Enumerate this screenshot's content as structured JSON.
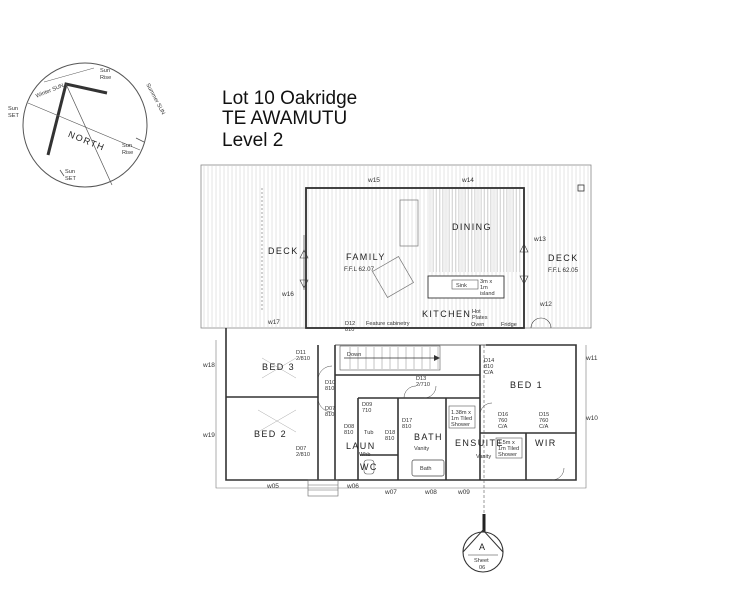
{
  "title": {
    "line1": "Lot 10 Oakridge",
    "line2": "TE AWAMUTU",
    "line3": "Level 2"
  },
  "compass": {
    "north": "NORTH",
    "winter_sun": "Winter SUN",
    "sun_rise_top": [
      "Sun",
      "Rise"
    ],
    "sun_set_left": [
      "Sun",
      "SET"
    ],
    "summer_sun": "Summer SUN",
    "sun_rise_right": [
      "Sun",
      "Rise"
    ],
    "sun_set_bottom": [
      "Sun",
      "SET"
    ]
  },
  "rooms": {
    "family": "FAMILY",
    "family_ffl": "F.F.L 62.07",
    "dining": "DINING",
    "deck_left": "DECK",
    "deck_right": "DECK",
    "deck_right_ffl": "F.F.L 62.05",
    "kitchen": "KITCHEN",
    "bed1": "BED 1",
    "bed2": "BED 2",
    "bed3": "BED 3",
    "bath": "BATH",
    "ensuite": "ENSUITE",
    "wir": "WIR",
    "laun": "LAUN",
    "wc": "WC"
  },
  "labels": {
    "island": [
      "3m x",
      "1m",
      "island"
    ],
    "sink": "Sink",
    "hot_plates": [
      "Hot",
      "Plates"
    ],
    "oven": "Oven",
    "fridge": "Fridge",
    "feature_cabinetry": "Feature cabinetry",
    "down": "Down",
    "tub": "Tub",
    "whb": "Whb",
    "bath_fixture": "Bath",
    "vanity_bath": "Vanity",
    "vanity_ensuite": "Vanity",
    "shower_bath": [
      "1.38m x",
      "1m Tiled",
      "Shower"
    ],
    "shower_ensuite": [
      "1.5m x",
      "1m Tiled",
      "Shower"
    ]
  },
  "doors": {
    "d11": [
      "D11",
      "2/810"
    ],
    "d12": [
      "D12",
      "810"
    ],
    "d10": [
      "D10",
      "810"
    ],
    "d07a": [
      "D07",
      "810"
    ],
    "d09": [
      "D09",
      "710"
    ],
    "d08": [
      "D08",
      "810"
    ],
    "d07b": [
      "D07",
      "2/810"
    ],
    "d13": [
      "D13",
      "2/710"
    ],
    "d14": [
      "D14",
      "810",
      "C/A"
    ],
    "d17": [
      "D17",
      "810"
    ],
    "d18": [
      "D18",
      "810"
    ],
    "d16": [
      "D16",
      "760",
      "C/A"
    ],
    "d15": [
      "D15",
      "760",
      "C/A"
    ]
  },
  "windows": {
    "w15": "w15",
    "w14": "w14",
    "w13": "w13",
    "w16": "w16",
    "w17": "w17",
    "w12": "w12",
    "w18": "w18",
    "w19": "w19",
    "w11": "w11",
    "w10": "w10",
    "w05": "w05",
    "w06": "w06",
    "w07": "w07",
    "w08": "w08",
    "w09": "w09"
  },
  "section_marker": {
    "letter": "A",
    "sheet_label": "Sheet",
    "sheet_no": "06"
  }
}
